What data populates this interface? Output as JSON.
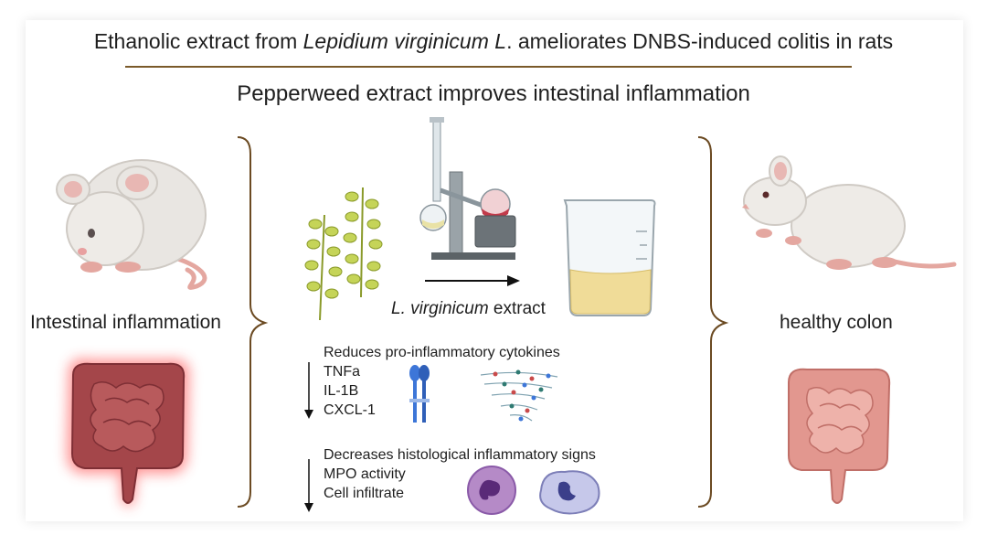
{
  "title": {
    "prefix": "Ethanolic extract from ",
    "species": "Lepidium virginicum L",
    "suffix": ". ameliorates DNBS-induced colitis in rats"
  },
  "subtitle": "Pepperweed extract improves intestinal inflammation",
  "left": {
    "label": "Intestinal inflammation"
  },
  "right": {
    "label": "healthy colon"
  },
  "extract": {
    "species": "L. virginicum",
    "word": " extract"
  },
  "cytokines": {
    "heading": "Reduces pro-inflammatory cytokines",
    "items": [
      "TNFa",
      "IL-1B",
      "CXCL-1"
    ]
  },
  "histology": {
    "heading": "Decreases histological inflammatory signs",
    "items": [
      "MPO activity",
      "Cell infiltrate"
    ]
  },
  "colors": {
    "rule": "#7a5a2a",
    "bracket": "#6b4a22",
    "inflamed_glow": "#ff3b3b",
    "colon_inflamed": "#a4464a",
    "colon_healthy": "#e2978f",
    "plant": "#b8c84a",
    "extract_liquid": "#f0dc98",
    "receptor": "#3d76d8",
    "cell": "#8a5aa8"
  }
}
